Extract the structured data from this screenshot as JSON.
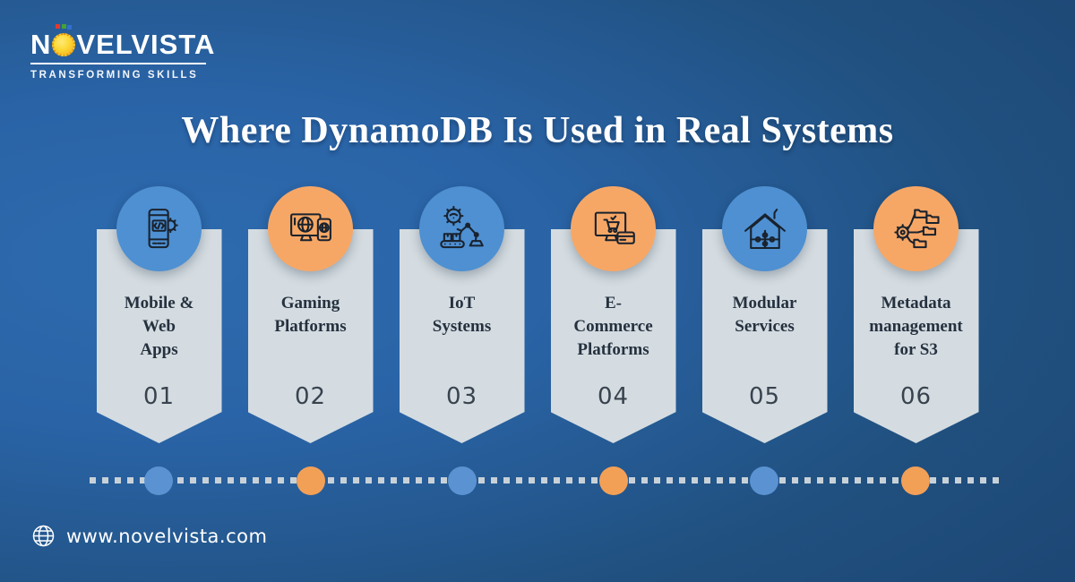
{
  "brand": {
    "full_name": "NOVELVISTA",
    "name_prefix": "N",
    "name_suffix": "VELVISTA",
    "tagline": "TRANSFORMING SKILLS",
    "logo_sun_color": "#FDD835",
    "flag_colors": [
      "#E23A2E",
      "#43A336",
      "#2F6FD0"
    ]
  },
  "title": "Where DynamoDB Is Used in Real Systems",
  "cards": [
    {
      "number": "01",
      "label": "Mobile &\nWeb\nApps",
      "icon": "mobile-code-icon",
      "circle_color": "#4E90D2"
    },
    {
      "number": "02",
      "label": "Gaming\nPlatforms",
      "icon": "web-devices-icon",
      "circle_color": "#F7A765"
    },
    {
      "number": "03",
      "label": "IoT\nSystems",
      "icon": "iot-robot-icon",
      "circle_color": "#4E90D2"
    },
    {
      "number": "04",
      "label": "E-\nCommerce\nPlatforms",
      "icon": "ecommerce-icon",
      "circle_color": "#F7A765"
    },
    {
      "number": "05",
      "label": "Modular\nServices",
      "icon": "modular-house-icon",
      "circle_color": "#4E90D2"
    },
    {
      "number": "06",
      "label": "Metadata\nmanagement\nfor S3",
      "icon": "folders-gear-icon",
      "circle_color": "#F7A765"
    }
  ],
  "timeline": {
    "dot_colors": [
      "#5B93D2",
      "#F3A057",
      "#5B93D2",
      "#F3A057",
      "#5B93D2",
      "#F3A057"
    ],
    "line_color": "#C8D1D8"
  },
  "footer": {
    "website": "www.novelvista.com",
    "icon": "globe-icon"
  },
  "colors": {
    "background_left": "#2A63A5",
    "background_right": "#1C4470",
    "card_background": "#D4DCE1",
    "circle_blue": "#4E90D2",
    "circle_orange": "#F7A765",
    "label_text": "#25313F",
    "number_text": "#39434E",
    "title_text": "#FFFFFF"
  }
}
